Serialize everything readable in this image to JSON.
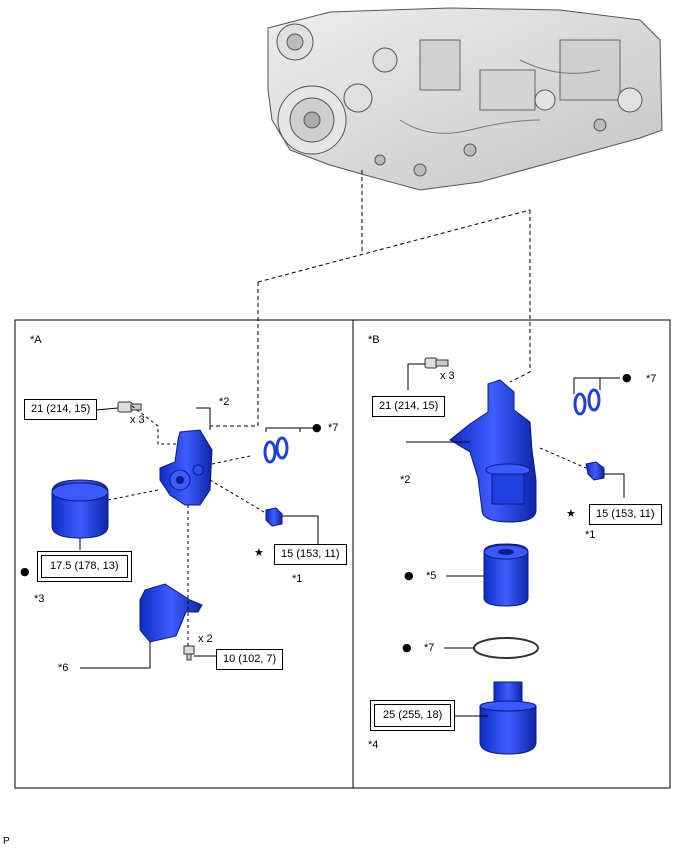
{
  "panel_a": {
    "tag": "*A",
    "torque_bolt": "21 (214, 15)",
    "bolt_qty": "x 3",
    "part_2": "*2",
    "part_7": "*7",
    "torque_sensor": "15 (153, 11)",
    "part_1": "*1",
    "torque_filter": "17.5 (178, 13)",
    "part_3": "*3",
    "bolt2_qty": "x 2",
    "torque_bolt2": "10 (102, 7)",
    "part_6": "*6"
  },
  "panel_b": {
    "tag": "*B",
    "bolt_qty": "x 3",
    "part_7a": "*7",
    "torque_bolt": "21 (214, 15)",
    "part_2": "*2",
    "torque_sensor": "15 (153, 11)",
    "part_1": "*1",
    "part_5": "*5",
    "part_7b": "*7",
    "torque_cap": "25 (255, 18)",
    "part_4": "*4"
  },
  "symbols": {
    "star": "★",
    "dot": "●"
  },
  "footer_letter": "P",
  "colors": {
    "part_blue": "#1f3fd9",
    "part_blue_light": "#5a78ff",
    "engine_gray": "#d9d9d9",
    "line": "#000000"
  }
}
